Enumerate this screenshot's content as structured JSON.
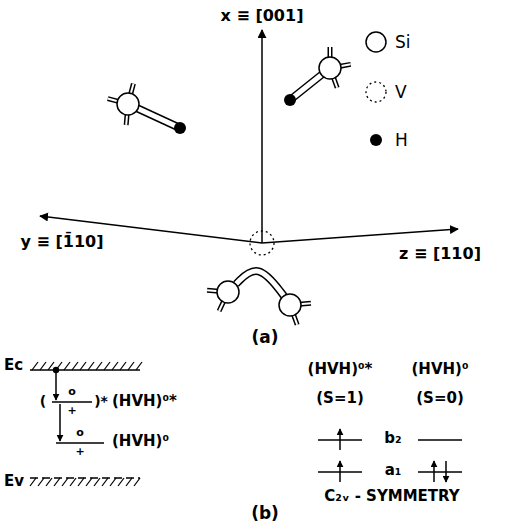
{
  "diagram": {
    "labels": [
      "x ≡ [001]",
      "y ≡ [1̄10]",
      "z ≡ [110]",
      "(a)",
      "Ec",
      "(",
      "o",
      "+",
      ")*",
      "(HVH)⁰*",
      "o",
      "+",
      "(HVH)⁰",
      "Ev",
      "(HVH)⁰*",
      "(HVH)⁰",
      "(S=1)",
      "(S=0)",
      "b₂",
      "a₁",
      "C₂ᵥ - SYMMETRY",
      "(b)"
    ],
    "legend": [
      {
        "text": "Si"
      },
      {
        "text": "V"
      },
      {
        "text": "H"
      }
    ]
  }
}
